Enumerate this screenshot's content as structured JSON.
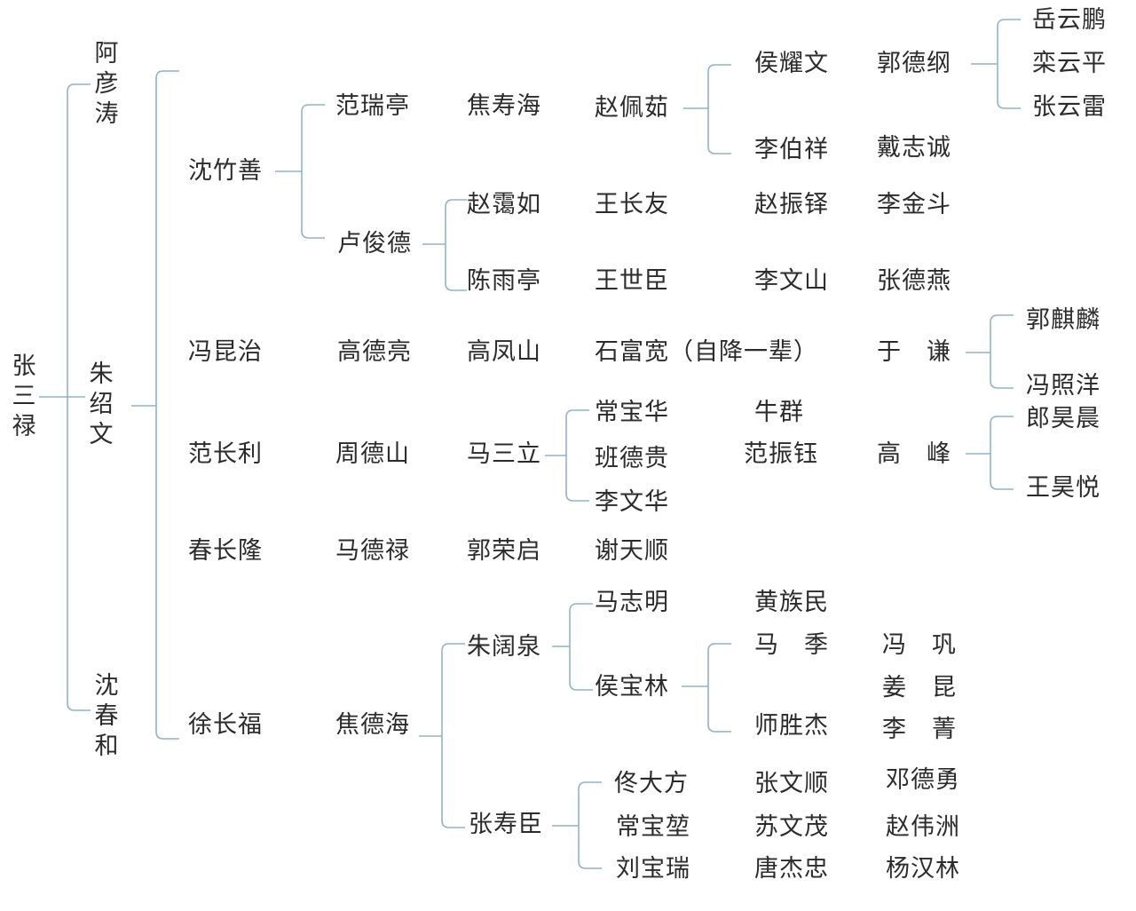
{
  "colors": {
    "bracket": "#8fb3cb",
    "text": "#2b2b2b"
  },
  "names": {
    "zhang_sanlu": "张三禄",
    "a_yantao": "阿彦涛",
    "zhu_shaowen": "朱绍文",
    "shen_chunhe": "沈春和",
    "shen_zhushan": "沈竹善",
    "fan_ruiting": "范瑞亭",
    "jiao_shouhai": "焦寿海",
    "zhao_peiru": "赵佩茹",
    "hou_yaowen": "侯耀文",
    "guo_degang": "郭德纲",
    "yue_yunpeng": "岳云鹏",
    "luan_yunping": "栾云平",
    "zhang_yunlei": "张云雷",
    "li_boxiang": "李伯祥",
    "dai_zhicheng": "戴志诚",
    "lu_junde": "卢俊德",
    "zhao_airu": "赵霭如",
    "wang_changyou": "王长友",
    "zhao_zhenduo": "赵振铎",
    "li_jindou": "李金斗",
    "chen_yuting": "陈雨亭",
    "wang_shichen": "王世臣",
    "li_wenshan": "李文山",
    "zhang_deyan": "张德燕",
    "feng_kunzhi": "冯昆治",
    "gao_deliang": "高德亮",
    "gao_fengshan": "高凤山",
    "shi_fukuan": "石富宽（自降一辈）",
    "yu_qian": "于　谦",
    "guo_qilin": "郭麒麟",
    "feng_zhaoyang": "冯照洋",
    "fan_changli": "范长利",
    "zhou_deshan": "周德山",
    "ma_sanli": "马三立",
    "chang_baohua": "常宝华",
    "niu_qun": "牛群",
    "ban_degui": "班德贵",
    "fan_zhenyu": "范振钰",
    "gao_feng": "高　峰",
    "lang_haochen": "郎昊晨",
    "wang_haoyue": "王昊悦",
    "li_wenhua": "李文华",
    "chun_changlong": "春长隆",
    "ma_delu": "马德禄",
    "guo_rongqi": "郭荣启",
    "xie_tianshun": "谢天顺",
    "xu_changfu": "徐长福",
    "jiao_dehai": "焦德海",
    "zhu_kuoquan": "朱阔泉",
    "ma_zhiming": "马志明",
    "huang_zumin": "黄族民",
    "hou_baolin": "侯宝林",
    "ma_ji": "马　季",
    "feng_gong": "冯　巩",
    "jiang_kun": "姜　昆",
    "shi_shengjie": "师胜杰",
    "li_jing": "李　菁",
    "zhang_shouchen": "张寿臣",
    "tong_dafang": "佟大方",
    "zhang_wenshun": "张文顺",
    "deng_deyong": "邓德勇",
    "chang_baofeng": "常宝堃",
    "su_wenmao": "苏文茂",
    "zhao_weizhou": "赵伟洲",
    "liu_baorui": "刘宝瑞",
    "tang_jiezhong": "唐杰忠",
    "zhao_hanlin": "杨汉林"
  }
}
